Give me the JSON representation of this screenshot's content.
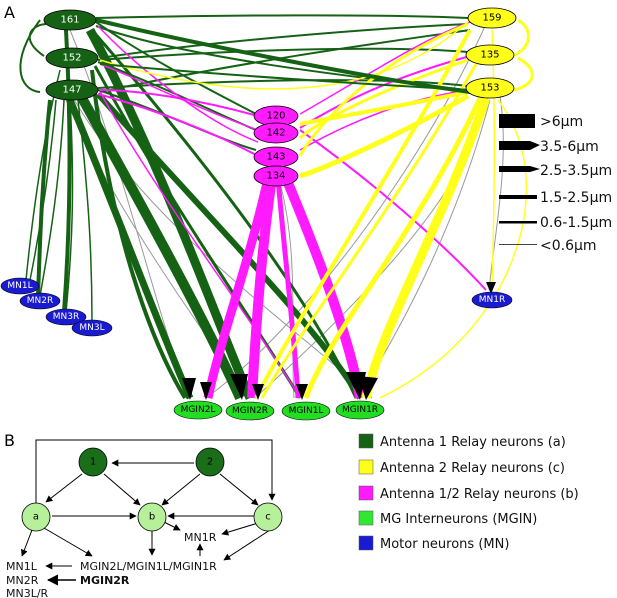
{
  "panels": {
    "a": "A",
    "b": "B"
  },
  "colors": {
    "a1": "#156215",
    "a2": "#ffff1a",
    "a12": "#ff1aff",
    "mgin": "#22dd22",
    "mn": "#1a1ad1",
    "schem_node": "#b7f09a",
    "schem_node_dark": "#1a6e1a",
    "grey_edge": "#999999"
  },
  "nodes": {
    "a1": [
      "161",
      "152",
      "147"
    ],
    "a2": [
      "159",
      "135",
      "153"
    ],
    "a12": [
      "120",
      "142",
      "143",
      "134"
    ],
    "mgin": [
      "MGIN2L",
      "MGIN2R",
      "MGIN1L",
      "MGIN1R"
    ],
    "mn": [
      "MN1L",
      "MN2R",
      "MN3R",
      "MN3L",
      "MN1R"
    ]
  },
  "width_legend": [
    {
      "label": ">6μm",
      "width": 10
    },
    {
      "label": "3.5-6μm",
      "width": 7
    },
    {
      "label": "2.5-3.5μm",
      "width": 5
    },
    {
      "label": "1.5-2.5μm",
      "width": 3.5
    },
    {
      "label": "0.6-1.5μm",
      "width": 2.2
    },
    {
      "label": "<0.6μm",
      "width": 1
    }
  ],
  "color_legend": [
    {
      "label": "Antenna 1 Relay neurons (a)",
      "color": "#156215"
    },
    {
      "label": "Antenna 2 Relay neurons (c)",
      "color": "#ffff1a"
    },
    {
      "label": "Antenna 1/2 Relay neurons (b)",
      "color": "#ff1aff"
    },
    {
      "label": "MG Interneurons (MGIN)",
      "color": "#33e633"
    },
    {
      "label": "Motor neurons (MN)",
      "color": "#1a1ad1"
    }
  ],
  "schematic": {
    "nodes": {
      "n1": "1",
      "n2": "2",
      "a": "a",
      "b": "b",
      "c": "c"
    },
    "targets": {
      "mn1r": "MN1R",
      "mgin_all": "MGIN2L/MGIN1L/MGIN1R",
      "mn1l": "MN1L",
      "mn2r": "MN2R",
      "mgin2r": "MGIN2R",
      "mn3lr": "MN3L/R"
    }
  }
}
